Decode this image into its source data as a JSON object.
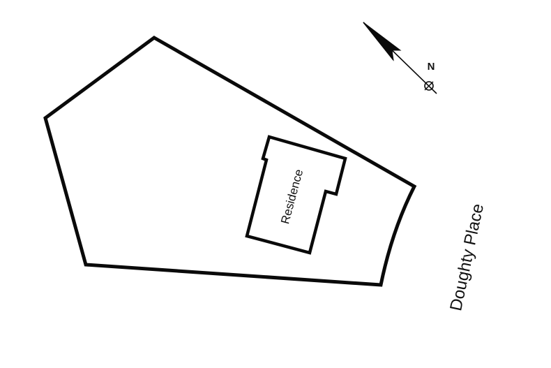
{
  "diagram": {
    "type": "site-plan",
    "labels": {
      "building": "Residence",
      "street": "Doughty Place",
      "north": "N"
    },
    "colors": {
      "stroke": "#0a0a0a",
      "background": "#ffffff"
    },
    "icons": [
      "north-arrow-icon"
    ]
  }
}
